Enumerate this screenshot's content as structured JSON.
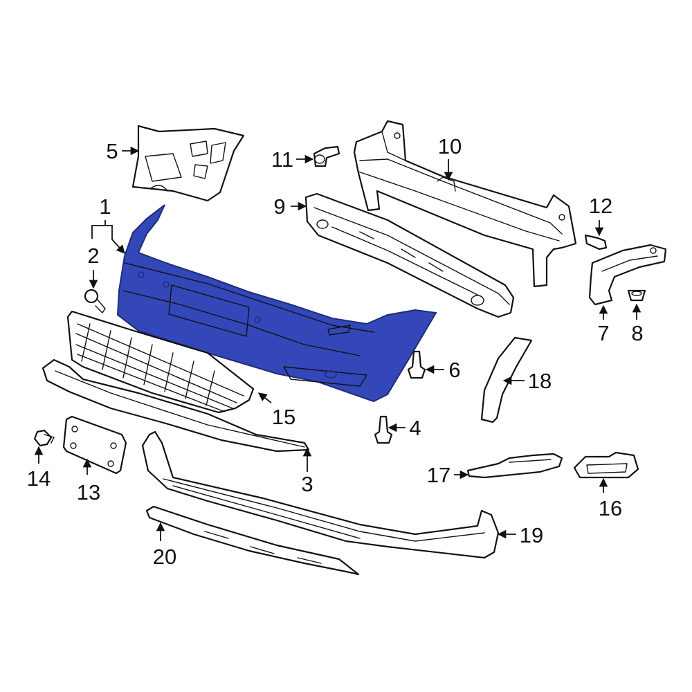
{
  "colors": {
    "highlight": "#3347B8",
    "highlight_stroke": "#1F2C7A",
    "line": "#111111",
    "background": "#FFFFFF"
  },
  "callouts": {
    "c1": "1",
    "c2": "2",
    "c3": "3",
    "c4": "4",
    "c5": "5",
    "c6": "6",
    "c7": "7",
    "c8": "8",
    "c9": "9",
    "c10": "10",
    "c11": "11",
    "c12": "12",
    "c13": "13",
    "c14": "14",
    "c15": "15",
    "c16": "16",
    "c17": "17",
    "c18": "18",
    "c19": "19",
    "c20": "20"
  }
}
